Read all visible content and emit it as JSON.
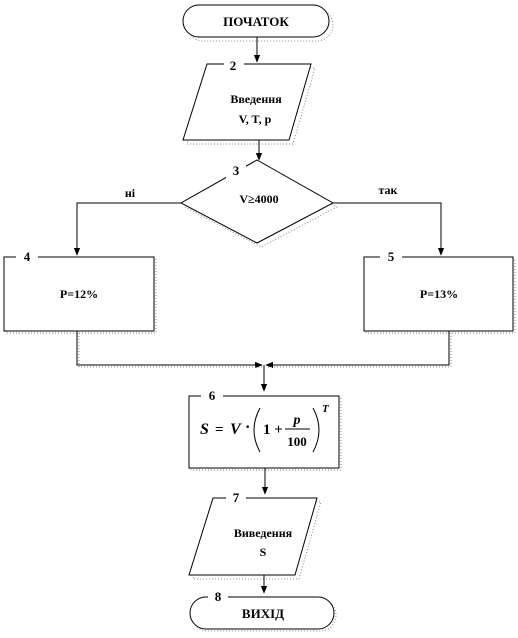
{
  "blocks": {
    "start": {
      "text": "ПОЧАТОК"
    },
    "input": {
      "number": "2",
      "line1": "Введення",
      "line2": "V, T, p"
    },
    "decision": {
      "number": "3",
      "text": "V≥4000",
      "no_label": "ні",
      "yes_label": "так"
    },
    "proc_left": {
      "number": "4",
      "text": "P=12%"
    },
    "proc_right": {
      "number": "5",
      "text": "P=13%"
    },
    "formula": {
      "number": "6",
      "lhs": "S",
      "eq": "=",
      "v": "V",
      "dot": "·",
      "one_plus": "1 +",
      "numerator": "p",
      "denominator": "100",
      "exponent": "T"
    },
    "output": {
      "number": "7",
      "line1": "Виведення",
      "line2": "S"
    },
    "end": {
      "number": "8",
      "text": "ВИХІД"
    }
  }
}
